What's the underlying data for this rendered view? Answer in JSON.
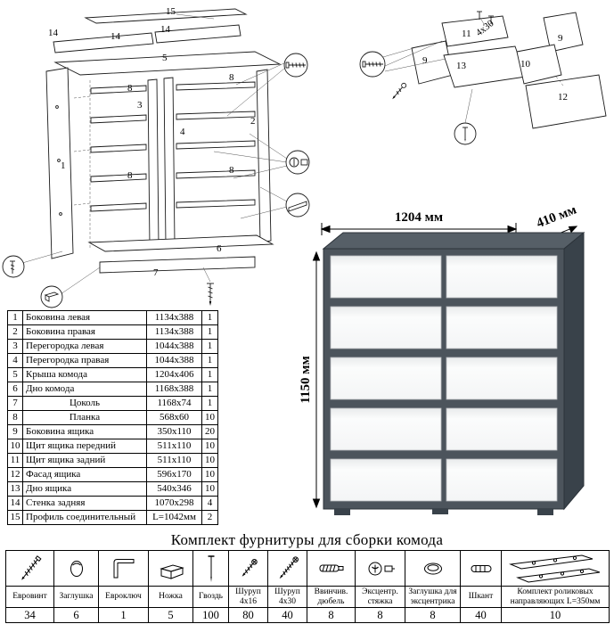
{
  "exploded": {
    "labels": {
      "p1": "1",
      "p2": "2",
      "p3": "3",
      "p4": "4",
      "p5": "5",
      "p6": "6",
      "p7": "7",
      "p8": "8",
      "p14": "14",
      "p15": "15"
    }
  },
  "drawer_detail": {
    "labels": {
      "p9": "9",
      "p10": "10",
      "p11": "11",
      "p12": "12",
      "p13": "13",
      "screw_size": "4x30"
    }
  },
  "dresser": {
    "width_label": "1204 мм",
    "depth_label": "410 мм",
    "height_label": "1150 мм"
  },
  "parts_table": {
    "rows": [
      {
        "num": "1",
        "name": "Боковина левая",
        "size": "1134x388",
        "qty": "1"
      },
      {
        "num": "2",
        "name": "Боковина правая",
        "size": "1134x388",
        "qty": "1"
      },
      {
        "num": "3",
        "name": "Перегородка левая",
        "size": "1044x388",
        "qty": "1"
      },
      {
        "num": "4",
        "name": "Перегородка правая",
        "size": "1044x388",
        "qty": "1"
      },
      {
        "num": "5",
        "name": "Крыша комода",
        "size": "1204x406",
        "qty": "1"
      },
      {
        "num": "6",
        "name": "Дно комода",
        "size": "1168x388",
        "qty": "1"
      },
      {
        "num": "7",
        "name": "Цоколь",
        "size": "1168x74",
        "qty": "1",
        "center": true
      },
      {
        "num": "8",
        "name": "Планка",
        "size": "568x60",
        "qty": "10",
        "center": true
      },
      {
        "num": "9",
        "name": "Боковина ящика",
        "size": "350x110",
        "qty": "20"
      },
      {
        "num": "10",
        "name": "Щит ящика передний",
        "size": "511x110",
        "qty": "10"
      },
      {
        "num": "11",
        "name": "Щит ящика задний",
        "size": "511x110",
        "qty": "10"
      },
      {
        "num": "12",
        "name": "Фасад ящика",
        "size": "596x170",
        "qty": "10"
      },
      {
        "num": "13",
        "name": "Дно ящика",
        "size": "540x346",
        "qty": "10"
      },
      {
        "num": "14",
        "name": "Стенка задняя",
        "size": "1070x298",
        "qty": "4"
      },
      {
        "num": "15",
        "name": "Профиль соединительный",
        "size": "L=1042мм",
        "qty": "2"
      }
    ]
  },
  "hardware": {
    "title": "Комплект фурнитуры для сборки комода",
    "items": [
      {
        "icon": "confirmat-screw-icon",
        "label": "Евровинт",
        "qty": "34"
      },
      {
        "icon": "plug-icon",
        "label": "Заглушка",
        "qty": "6"
      },
      {
        "icon": "hex-key-icon",
        "label": "Евроключ",
        "qty": "1"
      },
      {
        "icon": "leg-icon",
        "label": "Ножка",
        "qty": "5"
      },
      {
        "icon": "nail-icon",
        "label": "Гвоздь",
        "qty": "100"
      },
      {
        "icon": "screw-4x16-icon",
        "label": "Шуруп 4x16",
        "qty": "80"
      },
      {
        "icon": "screw-4x30-icon",
        "label": "Шуруп 4x30",
        "qty": "40"
      },
      {
        "icon": "screw-in-dowel-icon",
        "label": "Ввинчив. дюбель",
        "qty": "8"
      },
      {
        "icon": "cam-lock-icon",
        "label": "Эксцентр. стяжка",
        "qty": "8"
      },
      {
        "icon": "cam-cover-icon",
        "label": "Заглушка для эксцентрика",
        "qty": "8"
      },
      {
        "icon": "dowel-icon",
        "label": "Шкант",
        "qty": "40"
      },
      {
        "icon": "roller-guides-icon",
        "label": "Комплект роликовых направляющих L=350мм",
        "qty": "10"
      }
    ]
  }
}
